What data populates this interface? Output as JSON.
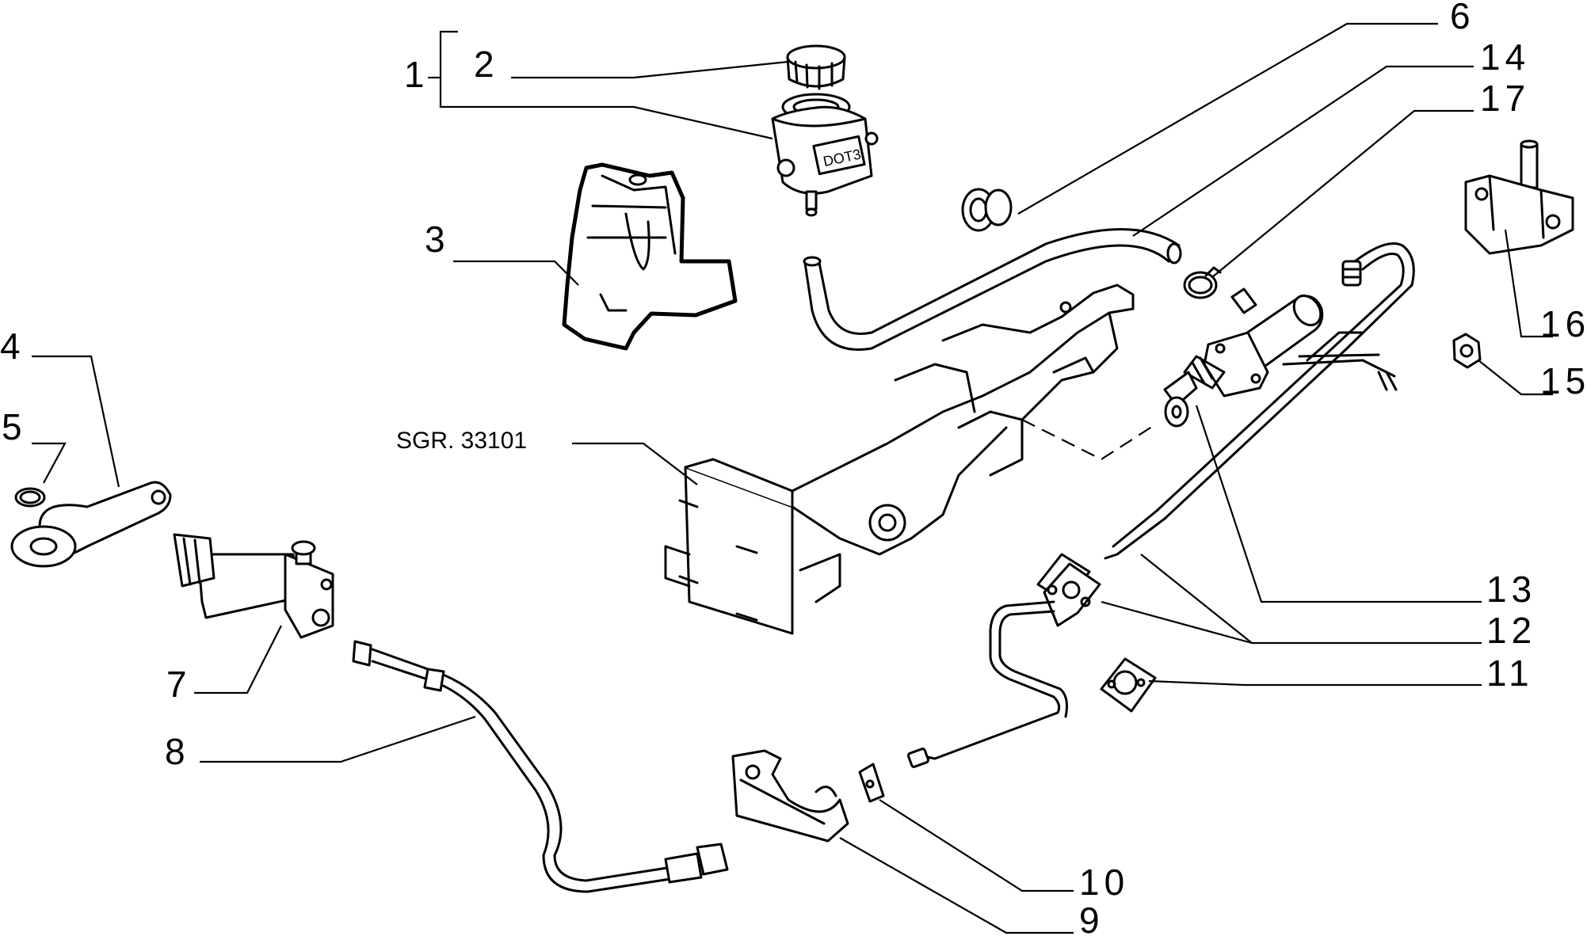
{
  "diagram": {
    "assembly_ref": "SGR. 33101",
    "callouts": {
      "c1": "1",
      "c2": "2",
      "c3": "3",
      "c4": "4",
      "c5": "5",
      "c6": "6",
      "c7": "7",
      "c8": "8",
      "c9": "9",
      "c10": "10",
      "c11": "11",
      "c12": "12",
      "c13": "13",
      "c14": "14",
      "c15": "15",
      "c16": "16",
      "c17": "17"
    },
    "reservoir_marking": "DOT3"
  }
}
